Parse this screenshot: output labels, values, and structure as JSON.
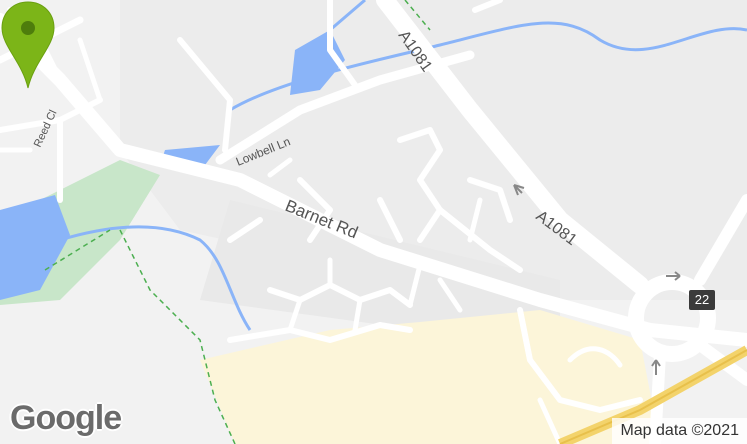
{
  "map": {
    "labels": {
      "a1081_top": "A1081",
      "a1081_mid": "A1081",
      "barnet_rd": "Barnet Rd",
      "lowbell_ln": "Lowbell Ln",
      "reed_cl": "Reed Cl"
    },
    "junction_number": "22",
    "attribution": "Map data ©2021",
    "logo": "Google",
    "colors": {
      "land": "#f2f2f2",
      "urban": "#e8e8e8",
      "road": "#ffffff",
      "water": "#8ab4f8",
      "park": "#c8e6c9",
      "industrial": "#fcf5d9",
      "marker": "#7cb518"
    },
    "marker_icon": "location-pin-icon"
  }
}
